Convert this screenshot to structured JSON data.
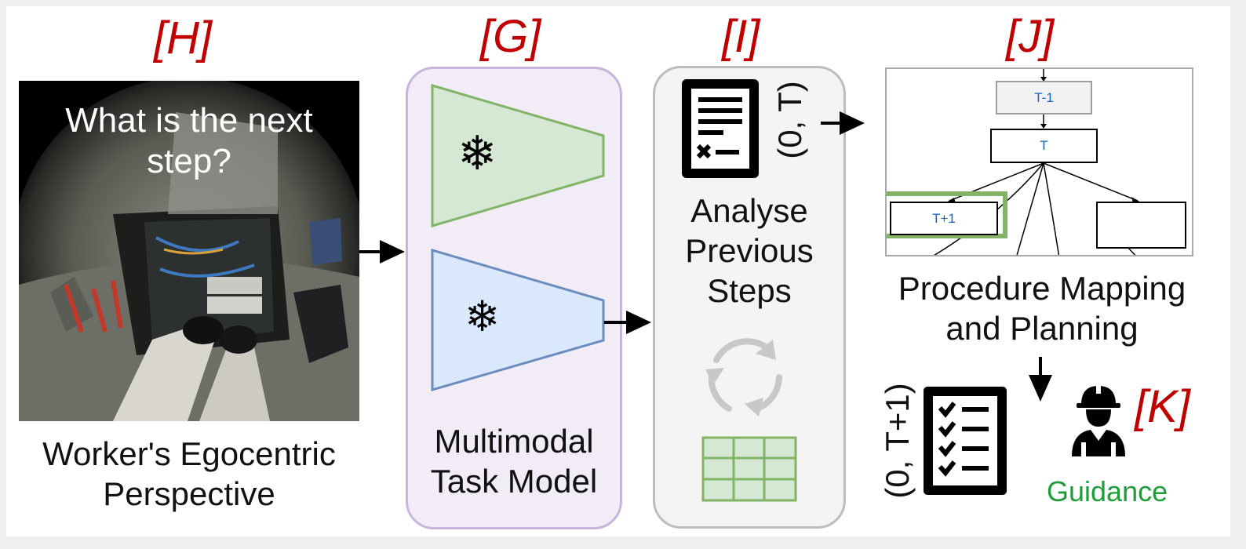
{
  "section_tags": {
    "h": "[H]",
    "g": "[G]",
    "i": "[I]",
    "j": "[J]",
    "k": "[K]"
  },
  "perspective": {
    "question_line1": "What is the next",
    "question_line2": "step?",
    "caption_line1": "Worker's Egocentric",
    "caption_line2": "Perspective"
  },
  "model": {
    "caption_line1": "Multimodal",
    "caption_line2": "Task Model"
  },
  "analysis": {
    "range_label": "(0, T)",
    "caption_line1": "Analyse",
    "caption_line2": "Previous",
    "caption_line3": "Steps"
  },
  "procedure": {
    "nodes": {
      "prev": "T-1",
      "current": "T",
      "next": "T+1"
    },
    "caption_line1": "Procedure Mapping",
    "caption_line2": "and Planning"
  },
  "guidance": {
    "range_label": "(0, T+1)",
    "label": "Guidance"
  },
  "colors": {
    "tag_red": "#c00000",
    "encoder_green": "#82b366",
    "encoder_blue": "#6c8ebf",
    "highlight_green": "#82b366",
    "guidance_green": "#1f9d3a",
    "node_text_blue": "#1565c0"
  },
  "icons": [
    "snowflake-icon",
    "document-icon",
    "refresh-cycle-icon",
    "table-grid-icon",
    "checklist-icon",
    "worker-helmet-icon"
  ]
}
